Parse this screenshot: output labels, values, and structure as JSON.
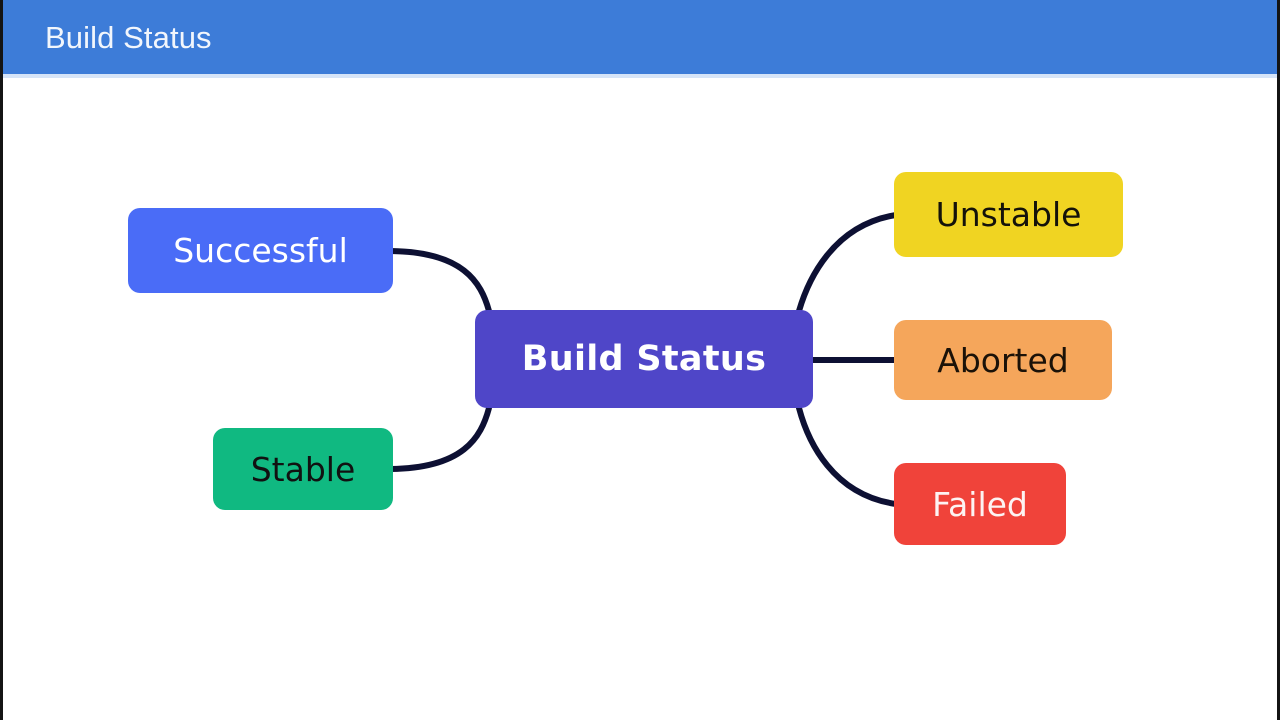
{
  "header": {
    "title": "Build Status",
    "background_color": "#3d7cd8",
    "text_color": "#f2f6fc"
  },
  "diagram": {
    "type": "mind-map",
    "background_color": "#ffffff",
    "edge_color": "#0d1033",
    "center": {
      "label": "Build Status",
      "fill": "#4f46c8",
      "text_color": "#ffffff"
    },
    "branches": [
      {
        "label": "Successful",
        "side": "left",
        "fill": "#4a6cf7",
        "text_color": "#ffffff",
        "edge_style": "curve"
      },
      {
        "label": "Stable",
        "side": "left",
        "fill": "#10b981",
        "text_color": "#111111",
        "edge_style": "curve"
      },
      {
        "label": "Unstable",
        "side": "right",
        "fill": "#f0d422",
        "text_color": "#14120a",
        "edge_style": "curve"
      },
      {
        "label": "Aborted",
        "side": "right",
        "fill": "#f5a65b",
        "text_color": "#1b1208",
        "edge_style": "straight"
      },
      {
        "label": "Failed",
        "side": "right",
        "fill": "#f0433a",
        "text_color": "#fdf3f2",
        "edge_style": "curve"
      }
    ]
  }
}
